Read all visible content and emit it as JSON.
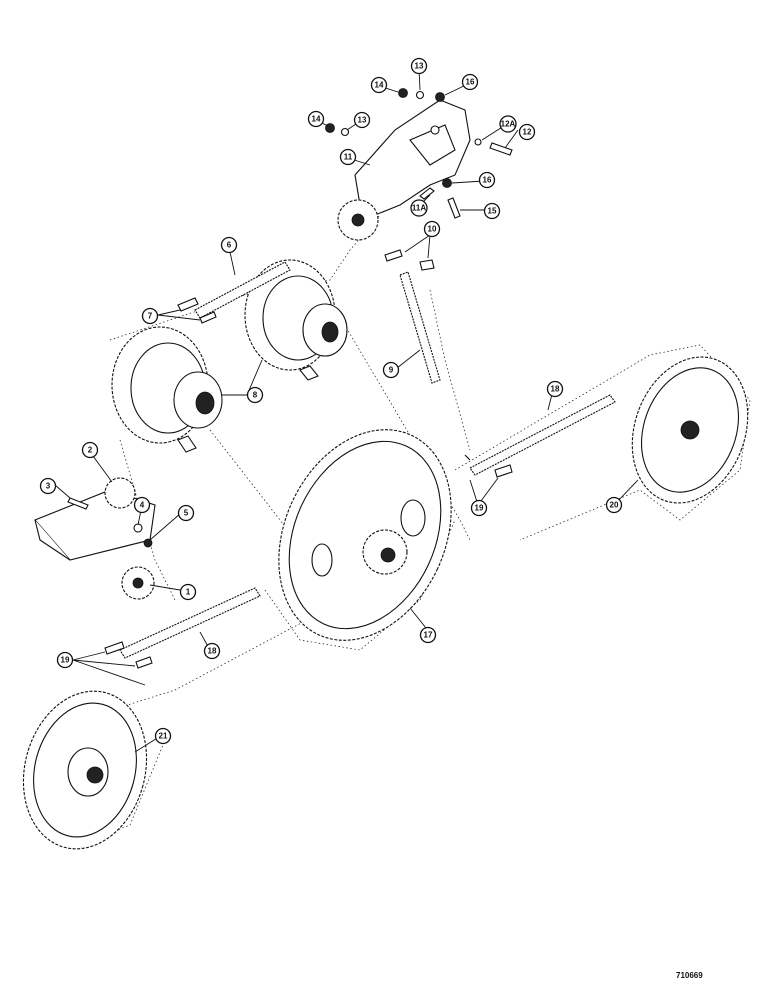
{
  "drawing_number": "710669",
  "callouts": [
    {
      "id": "c1",
      "label": "1"
    },
    {
      "id": "c2",
      "label": "2"
    },
    {
      "id": "c3",
      "label": "3"
    },
    {
      "id": "c4",
      "label": "4"
    },
    {
      "id": "c5",
      "label": "5"
    },
    {
      "id": "c6",
      "label": "6"
    },
    {
      "id": "c7",
      "label": "7"
    },
    {
      "id": "c8",
      "label": "8"
    },
    {
      "id": "c9",
      "label": "9"
    },
    {
      "id": "c10",
      "label": "10"
    },
    {
      "id": "c11",
      "label": "11"
    },
    {
      "id": "c11a",
      "label": "11A"
    },
    {
      "id": "c12",
      "label": "12"
    },
    {
      "id": "c12a",
      "label": "12A"
    },
    {
      "id": "c13a",
      "label": "13"
    },
    {
      "id": "c13b",
      "label": "13"
    },
    {
      "id": "c14a",
      "label": "14"
    },
    {
      "id": "c14b",
      "label": "14"
    },
    {
      "id": "c15",
      "label": "15"
    },
    {
      "id": "c16a",
      "label": "16"
    },
    {
      "id": "c16b",
      "label": "16"
    },
    {
      "id": "c17",
      "label": "17"
    },
    {
      "id": "c18a",
      "label": "18"
    },
    {
      "id": "c18b",
      "label": "18"
    },
    {
      "id": "c19a",
      "label": "19"
    },
    {
      "id": "c19b",
      "label": "19"
    },
    {
      "id": "c20",
      "label": "20"
    },
    {
      "id": "c21",
      "label": "21"
    }
  ]
}
